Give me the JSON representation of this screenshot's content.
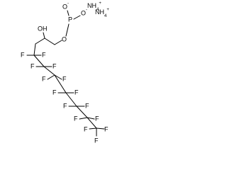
{
  "structure": {
    "ion_top_left": "O",
    "ion_charge": "-",
    "phosphorus": "P",
    "ion_right": "O",
    "ester_oxygen": "O",
    "hydroxyl": "OH",
    "ammonium": "NH",
    "ammonium_subscript": "4",
    "ammonium_charge": "+",
    "fluorine": "F"
  },
  "colors": {
    "ink": "#000000",
    "background": "#ffffff"
  }
}
